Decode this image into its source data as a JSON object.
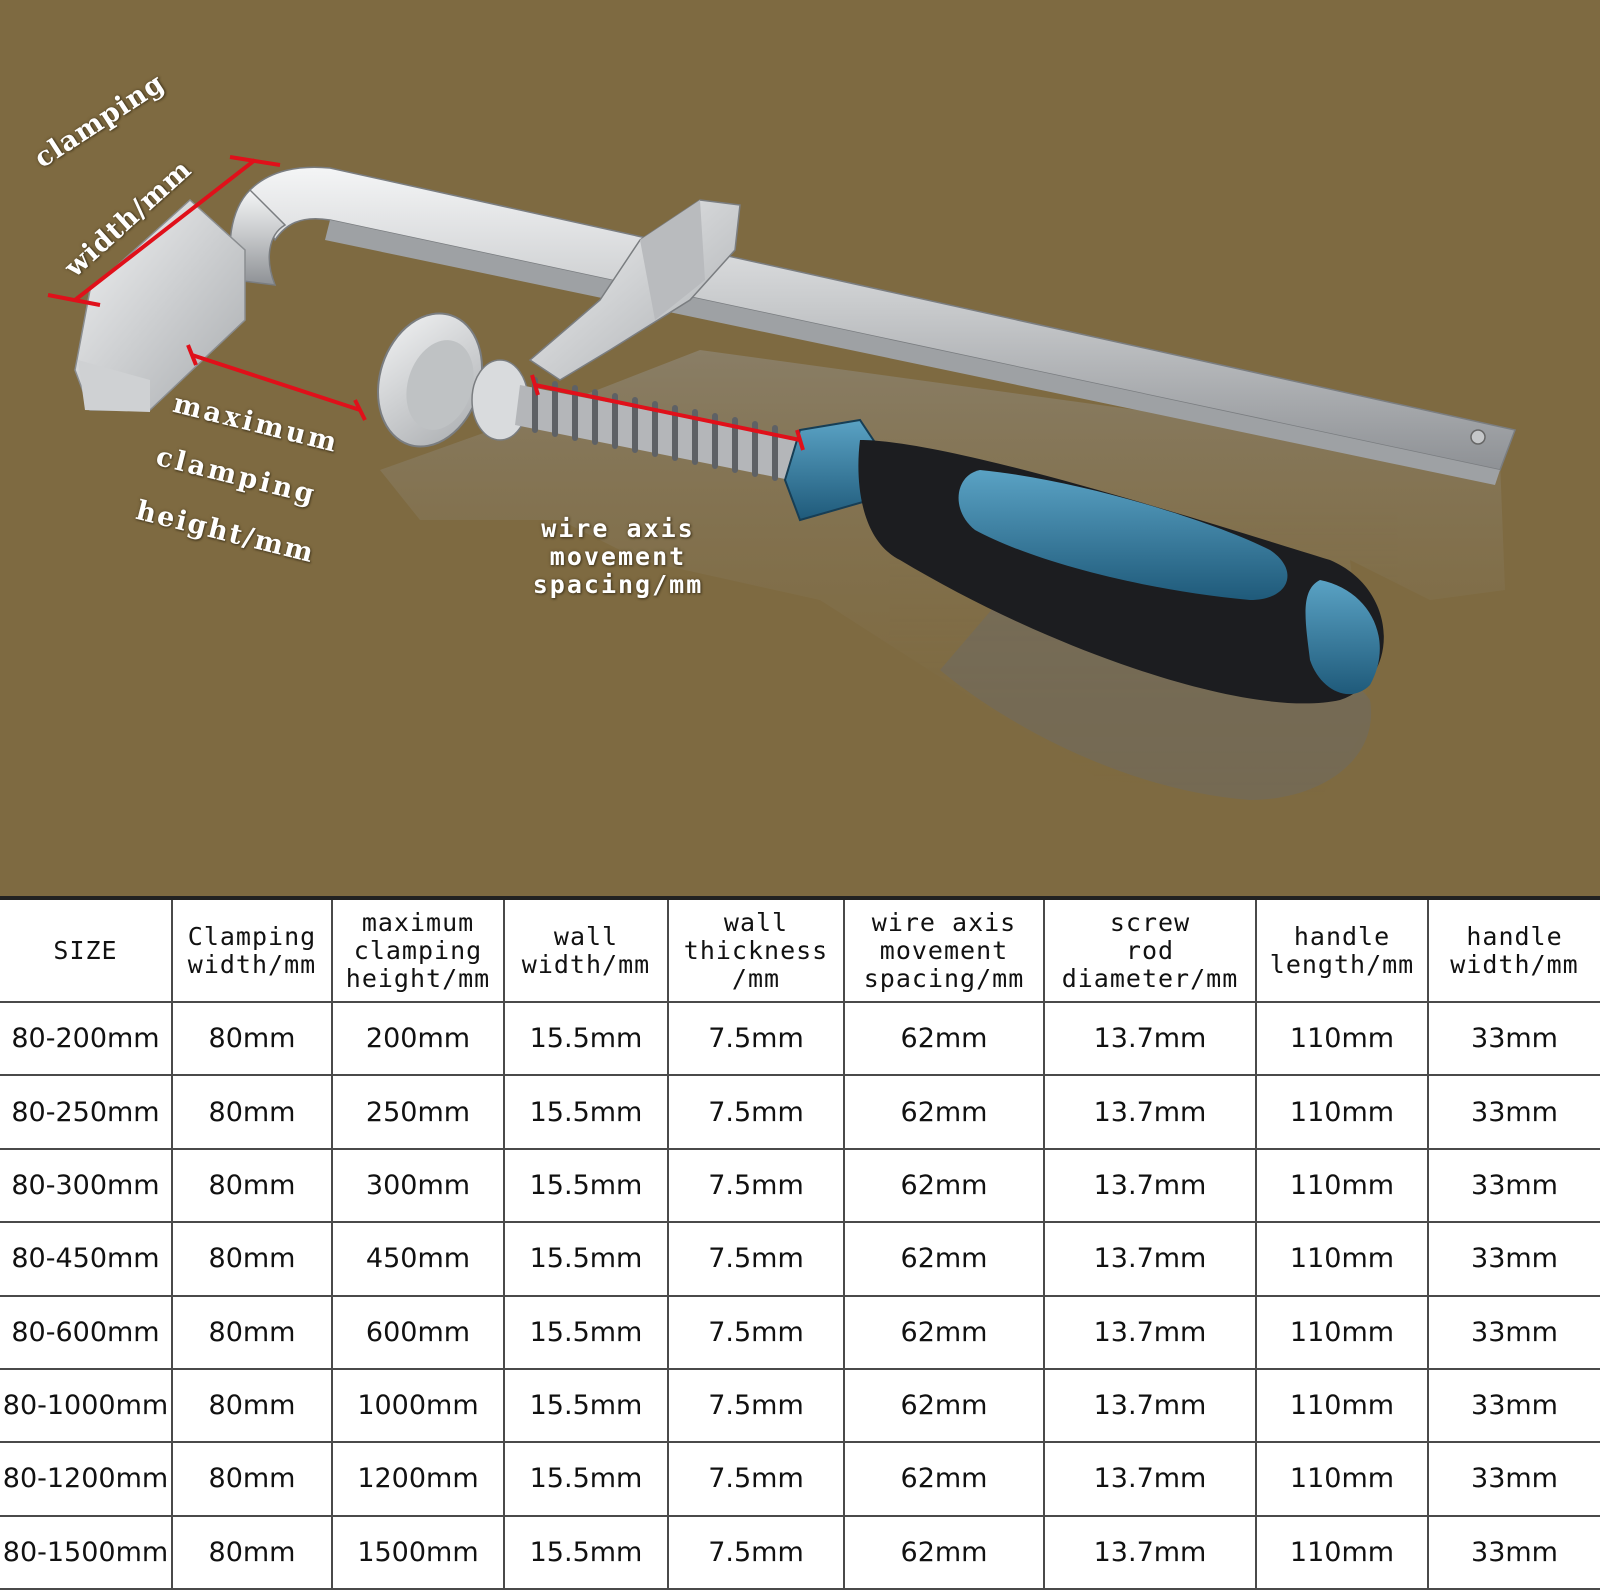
{
  "photo": {
    "label_clamping_width": "clamping width/mm",
    "label_clamping_width_l1": "clamping",
    "label_clamping_width_l2": "width/mm",
    "label_max_height_l1": "maximum",
    "label_max_height_l2": "clamping",
    "label_max_height_l3": "height/mm",
    "label_wire_l1": "wire axis",
    "label_wire_l2": "movement",
    "label_wire_l3": "spacing/mm",
    "colors": {
      "background": "#7e6a41",
      "measure_line": "#e0101a",
      "handle_blue": "#2f7aa0",
      "handle_black": "#1c1d20",
      "steel": "#d4d6d8"
    }
  },
  "table": {
    "headers": [
      [
        "SIZE"
      ],
      [
        "Clamping",
        "width/mm"
      ],
      [
        "maximum",
        "clamping",
        "height/mm"
      ],
      [
        "wall",
        "width/mm"
      ],
      [
        "wall",
        "thickness",
        "/mm"
      ],
      [
        "wire axis",
        "movement",
        "spacing/mm"
      ],
      [
        "screw",
        "rod",
        "diameter/mm"
      ],
      [
        "handle",
        "length/mm"
      ],
      [
        "handle",
        "width/mm"
      ]
    ],
    "rows": [
      [
        "80-200mm",
        "80mm",
        "200mm",
        "15.5mm",
        "7.5mm",
        "62mm",
        "13.7mm",
        "110mm",
        "33mm"
      ],
      [
        "80-250mm",
        "80mm",
        "250mm",
        "15.5mm",
        "7.5mm",
        "62mm",
        "13.7mm",
        "110mm",
        "33mm"
      ],
      [
        "80-300mm",
        "80mm",
        "300mm",
        "15.5mm",
        "7.5mm",
        "62mm",
        "13.7mm",
        "110mm",
        "33mm"
      ],
      [
        "80-450mm",
        "80mm",
        "450mm",
        "15.5mm",
        "7.5mm",
        "62mm",
        "13.7mm",
        "110mm",
        "33mm"
      ],
      [
        "80-600mm",
        "80mm",
        "600mm",
        "15.5mm",
        "7.5mm",
        "62mm",
        "13.7mm",
        "110mm",
        "33mm"
      ],
      [
        "80-1000mm",
        "80mm",
        "1000mm",
        "15.5mm",
        "7.5mm",
        "62mm",
        "13.7mm",
        "110mm",
        "33mm"
      ],
      [
        "80-1200mm",
        "80mm",
        "1200mm",
        "15.5mm",
        "7.5mm",
        "62mm",
        "13.7mm",
        "110mm",
        "33mm"
      ],
      [
        "80-1500mm",
        "80mm",
        "1500mm",
        "15.5mm",
        "7.5mm",
        "62mm",
        "13.7mm",
        "110mm",
        "33mm"
      ]
    ]
  }
}
